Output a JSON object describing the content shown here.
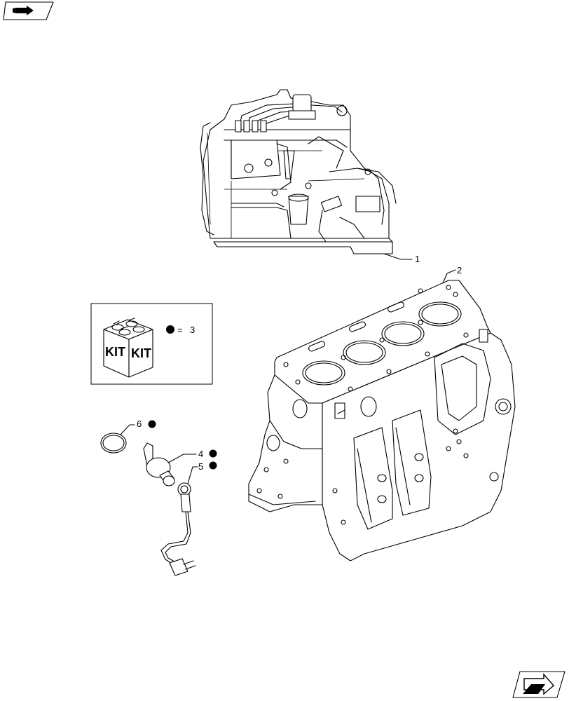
{
  "callouts": [
    {
      "id": "1",
      "label": "1",
      "marked": false
    },
    {
      "id": "2",
      "label": "2",
      "marked": false
    },
    {
      "id": "4",
      "label": "4",
      "marked": true
    },
    {
      "id": "5",
      "label": "5",
      "marked": true
    },
    {
      "id": "6",
      "label": "6",
      "marked": true
    }
  ],
  "kit_box": {
    "kit_label_left": "KIT",
    "kit_label_right": "KIT",
    "legend_symbol": "●",
    "legend_equals": "=",
    "legend_ref": "3"
  },
  "icons": {
    "top_left": "book-arrow-icon",
    "bottom_right": "next-page-arrow-icon"
  }
}
